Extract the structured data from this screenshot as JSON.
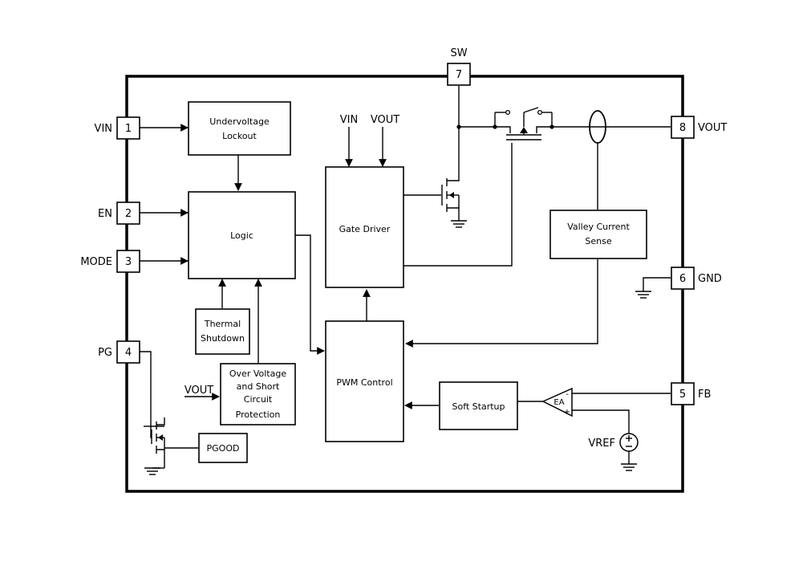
{
  "pins": {
    "vin": {
      "num": "1",
      "label": "VIN"
    },
    "en": {
      "num": "2",
      "label": "EN"
    },
    "mode": {
      "num": "3",
      "label": "MODE"
    },
    "pg": {
      "num": "4",
      "label": "PG"
    },
    "fb": {
      "num": "5",
      "label": "FB"
    },
    "gnd": {
      "num": "6",
      "label": "GND"
    },
    "sw": {
      "num": "7",
      "label": "SW"
    },
    "vout": {
      "num": "8",
      "label": "VOUT"
    }
  },
  "blocks": {
    "uvlo": {
      "line1": "Undervoltage",
      "line2": "Lockout"
    },
    "logic": {
      "label": "Logic"
    },
    "thermal": {
      "line1": "Thermal",
      "line2": "Shutdown"
    },
    "ovp": {
      "line1": "Over Voltage",
      "line2": "and Short",
      "line3": "Circuit",
      "line4": "Protection"
    },
    "pgood": {
      "label": "PGOOD"
    },
    "gate": {
      "label": "Gate Driver"
    },
    "pwm": {
      "label": "PWM Control"
    },
    "soft": {
      "label": "Soft Startup"
    },
    "valley": {
      "line1": "Valley Current",
      "line2": "Sense"
    }
  },
  "signals": {
    "gate_vin": "VIN",
    "gate_vout": "VOUT",
    "ovp_vout": "VOUT",
    "vref": "VREF",
    "ea": "EA",
    "ea_minus": "-",
    "ea_plus": "+"
  }
}
